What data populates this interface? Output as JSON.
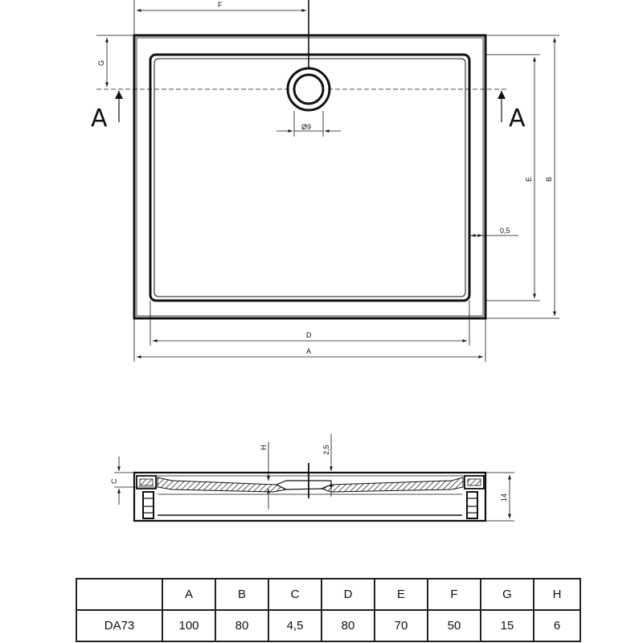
{
  "plan_view": {
    "dims": {
      "A": "A",
      "B": "B",
      "D": "D",
      "E": "E",
      "F": "F",
      "G": "G",
      "rim": "0,5",
      "drain": "Ø9"
    },
    "section_marks": [
      "A",
      "A"
    ]
  },
  "section_view": {
    "dims": {
      "C": "C",
      "H": "H",
      "depth": "2,5",
      "height": "14"
    }
  },
  "spec_table": {
    "headers": [
      "",
      "A",
      "B",
      "C",
      "D",
      "E",
      "F",
      "G",
      "H"
    ],
    "rows": [
      [
        "DA73",
        "100",
        "80",
        "4,5",
        "80",
        "70",
        "50",
        "15",
        "6"
      ]
    ]
  }
}
